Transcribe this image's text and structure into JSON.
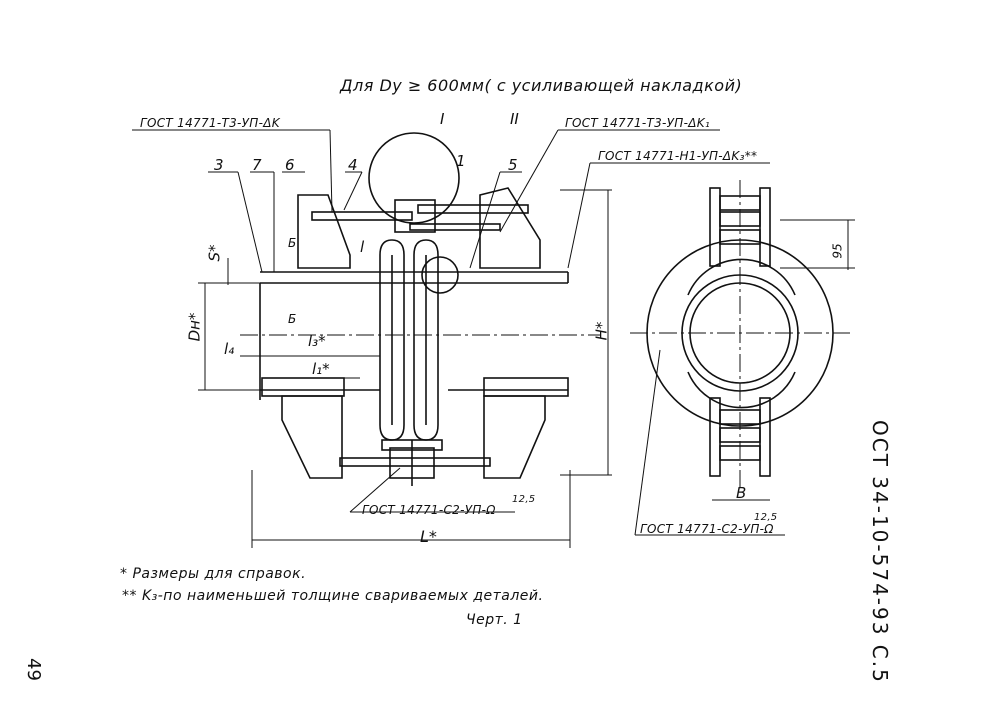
{
  "drawing": {
    "title": "Для Dy ≥ 600мм( с усиливающей накладкой)",
    "welds": {
      "w1": "ГОСТ 14771-Т3-УП-ΔK",
      "w2": "ГОСТ 14771-Т3-УП-ΔK₁",
      "w3": "ГОСТ 14771-Н1-УП-ΔK₃**",
      "w4": "ГОСТ 14771-С2-УП-Ω",
      "w5": "ГОСТ 14771-С2-УП-Ω"
    },
    "roughness": "12,5",
    "positions": [
      "3",
      "7",
      "6",
      "4",
      "I",
      "II",
      "1",
      "5"
    ],
    "dims": {
      "s": "S*",
      "b_top": "Б",
      "b_bottom": "Б",
      "l": "l",
      "dn": "Dн*",
      "l4": "l₄",
      "l3": "l₃*",
      "l1": "l₁*",
      "h": "H*",
      "L": "L*",
      "d95": "95",
      "B": "B"
    },
    "notes": [
      "* Размеры для справок.",
      "** K₃-по наименьшей толщине свариваемых деталей."
    ],
    "figure": "Черт. 1"
  },
  "sheet": {
    "code": "ОСТ 34-10-574-93  С.5",
    "page": "49"
  }
}
